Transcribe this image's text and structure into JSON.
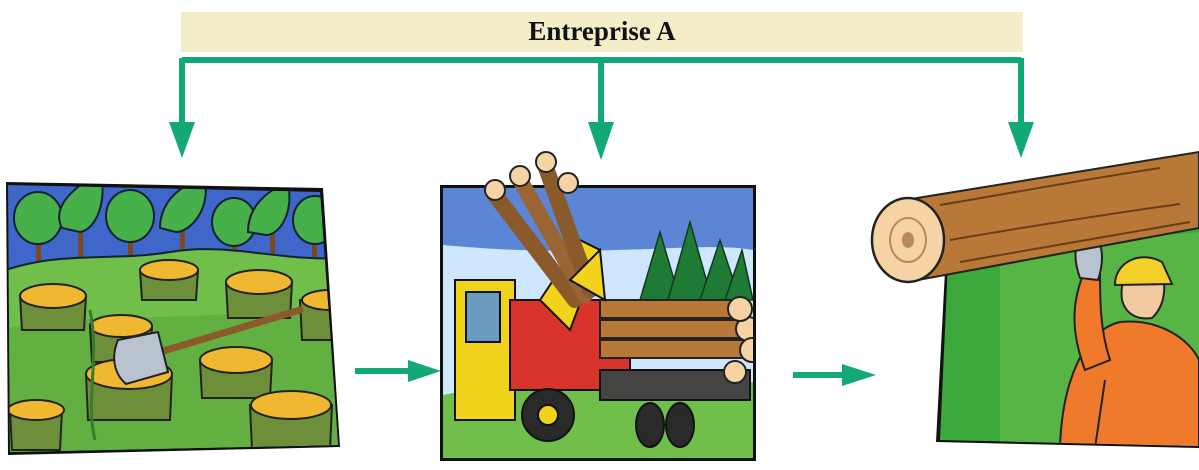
{
  "diagram": {
    "title": "Entreprise A",
    "colors": {
      "banner": "#f3eec8",
      "arrow": "#12a878",
      "sky": "#3f66c9",
      "grass": "#6fbf4a",
      "stump": "#f0b830",
      "wood": "#b87838",
      "machine": "#f1d21c",
      "panel": "#3aa83a",
      "worker_suit": "#f07a2c",
      "helmet": "#f4d12a"
    },
    "nodes": [
      {
        "id": "forest-harvest",
        "icon": "tree-stumps-axe-icon"
      },
      {
        "id": "log-transport",
        "icon": "log-loader-truck-icon"
      },
      {
        "id": "log-carrying",
        "icon": "worker-carrying-log-icon"
      }
    ],
    "edges": [
      {
        "from": "entreprise-a",
        "to": "forest-harvest"
      },
      {
        "from": "entreprise-a",
        "to": "log-transport"
      },
      {
        "from": "entreprise-a",
        "to": "log-carrying"
      },
      {
        "from": "forest-harvest",
        "to": "log-transport"
      },
      {
        "from": "log-transport",
        "to": "log-carrying"
      }
    ]
  }
}
